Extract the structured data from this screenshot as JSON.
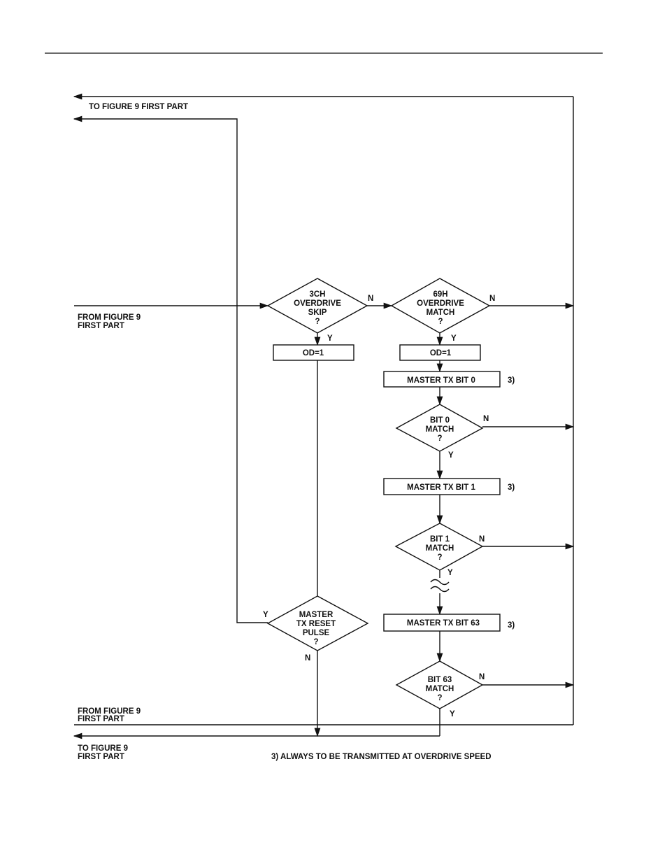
{
  "labels": {
    "to_fig9_top": "TO FIGURE 9 FIRST PART",
    "from_fig9_mid_1": "FROM FIGURE 9",
    "from_fig9_mid_2": "FIRST PART",
    "from_fig9_bot_1": "FROM FIGURE 9",
    "from_fig9_bot_2": "FIRST PART",
    "to_fig9_bot_1": "TO FIGURE 9",
    "to_fig9_bot_2": "FIRST PART",
    "footnote": "3) ALWAYS TO BE TRANSMITTED AT OVERDRIVE SPEED"
  },
  "decisions": {
    "skip": {
      "line1": "3CH",
      "line2": "OVERDRIVE",
      "line3": "SKIP",
      "line4": "?"
    },
    "match": {
      "line1": "69H",
      "line2": "OVERDRIVE",
      "line3": "MATCH",
      "line4": "?"
    },
    "bit0": {
      "line1": "BIT 0",
      "line2": "MATCH",
      "line3": "?"
    },
    "bit1": {
      "line1": "BIT 1",
      "line2": "MATCH",
      "line3": "?"
    },
    "bit63": {
      "line1": "BIT 63",
      "line2": "MATCH",
      "line3": "?"
    },
    "reset": {
      "line1": "MASTER",
      "line2": "TX RESET",
      "line3": "PULSE",
      "line4": "?"
    }
  },
  "processes": {
    "od_left": "OD=1",
    "od_right": "OD=1",
    "tx_bit0": "MASTER TX BIT 0",
    "tx_bit1": "MASTER TX BIT 1",
    "tx_bit63": "MASTER TX BIT 63"
  },
  "notes": {
    "n1": "3)",
    "n2": "3)",
    "n3": "3)"
  },
  "branches": {
    "yes": "Y",
    "no": "N"
  }
}
